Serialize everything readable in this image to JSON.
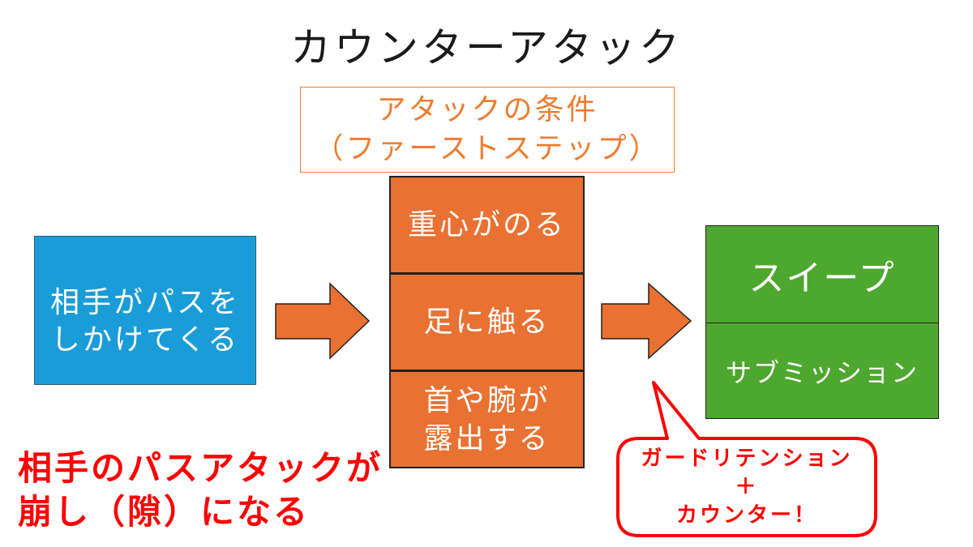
{
  "title": "カウンターアタック",
  "condition_box": {
    "lines": [
      "アタックの条件",
      "（ファーストステップ）"
    ]
  },
  "opponent_box": {
    "lines": [
      "相手がパスを",
      "しかけてくる"
    ]
  },
  "conditions": [
    {
      "lines": [
        "重心がのる"
      ]
    },
    {
      "lines": [
        "足に触る"
      ]
    },
    {
      "lines": [
        "首や腕が",
        "露出する"
      ]
    }
  ],
  "results": {
    "top": "スイープ",
    "bottom": "サブミッション"
  },
  "callout": {
    "lines": [
      "ガードリテンション",
      "＋",
      "カウンター！"
    ]
  },
  "note": {
    "lines": [
      "相手のパスアタックが",
      "崩し（隙）になる"
    ]
  },
  "colors": {
    "title": "#1a1a1a",
    "condition": "#ED7D31",
    "opponent": "#1A9CD8",
    "step": "#E97132",
    "result": "#4EA72E",
    "red": "#FF0000",
    "outline": "#222222",
    "box_text": "#FFFFFF"
  }
}
